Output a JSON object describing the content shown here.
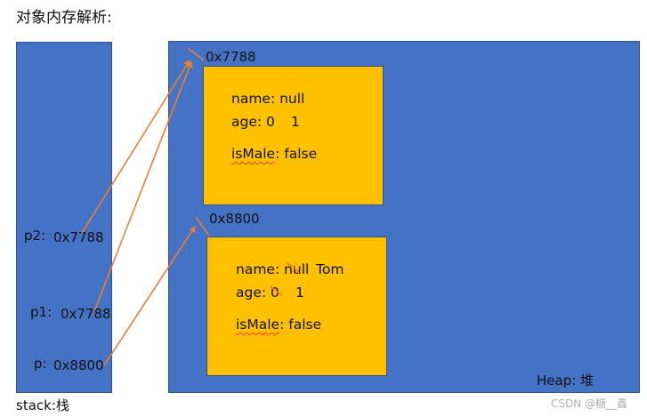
{
  "title": "对象内存解析:",
  "stack": {
    "label": "stack:栈",
    "vars": [
      {
        "name": "p2:",
        "value": "0x7788"
      },
      {
        "name": "p1:",
        "value": "0x7788"
      },
      {
        "name": "p:",
        "value": "0x8800"
      }
    ]
  },
  "heap": {
    "label": "Heap: 堆",
    "objects": [
      {
        "address": "0x7788",
        "name_field": "name: null",
        "age_field": "age: 0",
        "age_new": "1",
        "ismale_key": "isMale",
        "ismale_rest": ": false"
      },
      {
        "address": "0x8800",
        "name_field": "name: null",
        "name_new": "Tom",
        "age_field": "age: 0",
        "age_new": "1",
        "ismale_key": "isMale",
        "ismale_rest": ": false"
      }
    ]
  },
  "watermark": "CSDN @糖__鑫",
  "colors": {
    "stack_fill": "#4472c4",
    "heap_fill": "#4472c4",
    "object_fill": "#ffc000",
    "arrow": "#ed7d31",
    "squiggle": "#ff3b3b"
  }
}
